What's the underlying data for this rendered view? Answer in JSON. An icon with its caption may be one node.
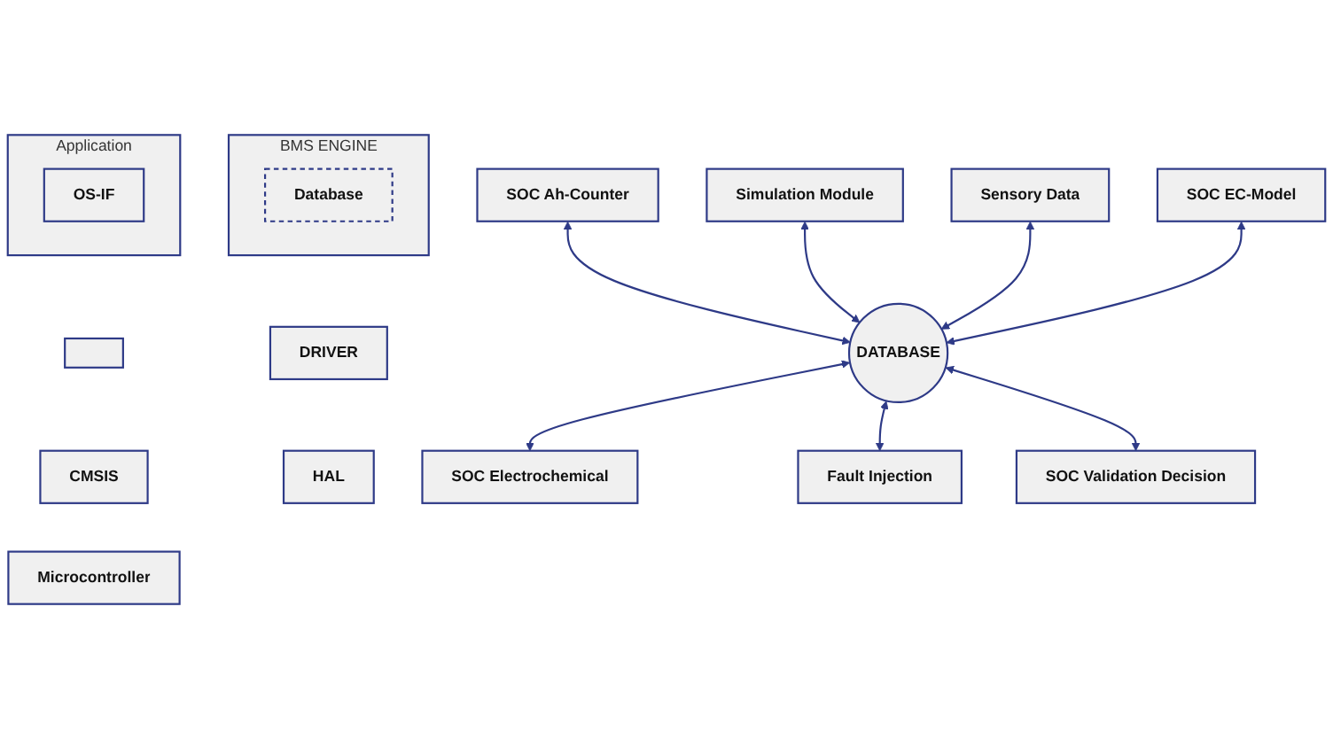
{
  "diagram": {
    "nodes": [
      {
        "text": [
          "Application"
        ]
      },
      {
        "text": [
          "OS-IF"
        ],
        "in": 0
      },
      {
        "text": [
          "BMS ENGINE"
        ]
      },
      {
        "text": [
          "Database"
        ],
        "in": 2
      },
      {
        "text": [],
        "shape": "box"
      },
      {
        "text": [
          "DRIVER"
        ]
      },
      {
        "text": [
          "CMSIS"
        ]
      },
      {
        "text": [
          "HAL"
        ]
      },
      {
        "text": [
          "Microcontroller"
        ]
      },
      {
        "text": [
          "SOC Ah-Counter"
        ]
      },
      {
        "text": [
          "Simulation Module"
        ]
      },
      {
        "text": [
          "Sensory Data"
        ]
      },
      {
        "text": [
          "SOC EC-Model"
        ]
      },
      {
        "text": [
          "DATABASE"
        ]
      },
      {
        "text": [
          "SOC Electrochemical"
        ]
      },
      {
        "text": [
          "Fault Injection"
        ]
      },
      {
        "text": [
          "SOC Validation Decision"
        ]
      }
    ],
    "edges": [
      {
        "from": 9,
        "to": 13,
        "arrow": "both"
      },
      {
        "from": 10,
        "to": 13,
        "arrow": "both"
      },
      {
        "from": 11,
        "to": 13,
        "arrow": "both"
      },
      {
        "from": 12,
        "to": 13,
        "arrow": "both"
      },
      {
        "from": 13,
        "to": 14,
        "arrow": "both"
      },
      {
        "from": 13,
        "to": 15,
        "arrow": "both"
      },
      {
        "from": 13,
        "to": 16,
        "arrow": "both"
      }
    ]
  }
}
